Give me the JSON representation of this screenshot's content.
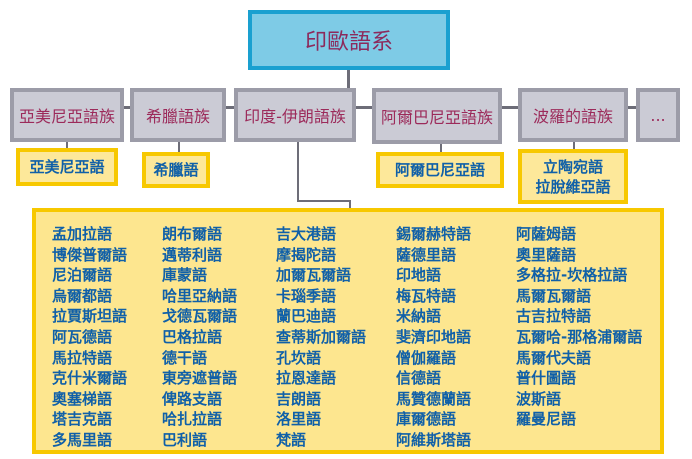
{
  "root": "印歐語系",
  "families": [
    {
      "label": "亞美尼亞語族",
      "languages": [
        "亞美尼亞語"
      ]
    },
    {
      "label": "希臘語族",
      "languages": [
        "希臘語"
      ]
    },
    {
      "label": "印度-伊朗語族"
    },
    {
      "label": "阿爾巴尼亞語族",
      "languages": [
        "阿爾巴尼亞語"
      ]
    },
    {
      "label": "波羅的語族",
      "languages": [
        "立陶宛語",
        "拉脫維亞語"
      ]
    },
    {
      "label": "..."
    }
  ],
  "indo_iranian_columns": [
    [
      "孟加拉語",
      "博傑普爾語",
      "尼泊爾語",
      "烏爾都語",
      "拉賈斯坦語",
      "阿瓦德語",
      "馬拉特語",
      "克什米爾語",
      "奧塞梯語",
      "塔吉克語",
      "多馬里語"
    ],
    [
      "朗布爾語",
      "邁蒂利語",
      "庫蒙語",
      "哈里亞納語",
      "戈德瓦爾語",
      "巴格拉語",
      "德干語",
      "東旁遮普語",
      "俾路支語",
      "哈扎拉語",
      "巴利語"
    ],
    [
      "吉大港語",
      "摩揭陀語",
      "加爾瓦爾語",
      "卡瑙季語",
      "蘭巴迪語",
      "查蒂斯加爾語",
      "孔坎語",
      "拉恩達語",
      "吉朗語",
      "洛里語",
      "梵語"
    ],
    [
      "錫爾赫特語",
      "薩德里語",
      "印地語",
      "梅瓦特語",
      "米納語",
      "斐濟印地語",
      "僧伽羅語",
      "信德語",
      "馬贊德蘭語",
      "庫爾德語",
      "阿維斯塔語"
    ],
    [
      "阿薩姆語",
      "奧里薩語",
      "多格拉-坎格拉語",
      "馬爾瓦爾語",
      "古吉拉特語",
      "瓦爾哈-那格浦爾語",
      "馬爾代夫語",
      "普什圖語",
      "波斯語",
      "羅曼尼語"
    ]
  ]
}
